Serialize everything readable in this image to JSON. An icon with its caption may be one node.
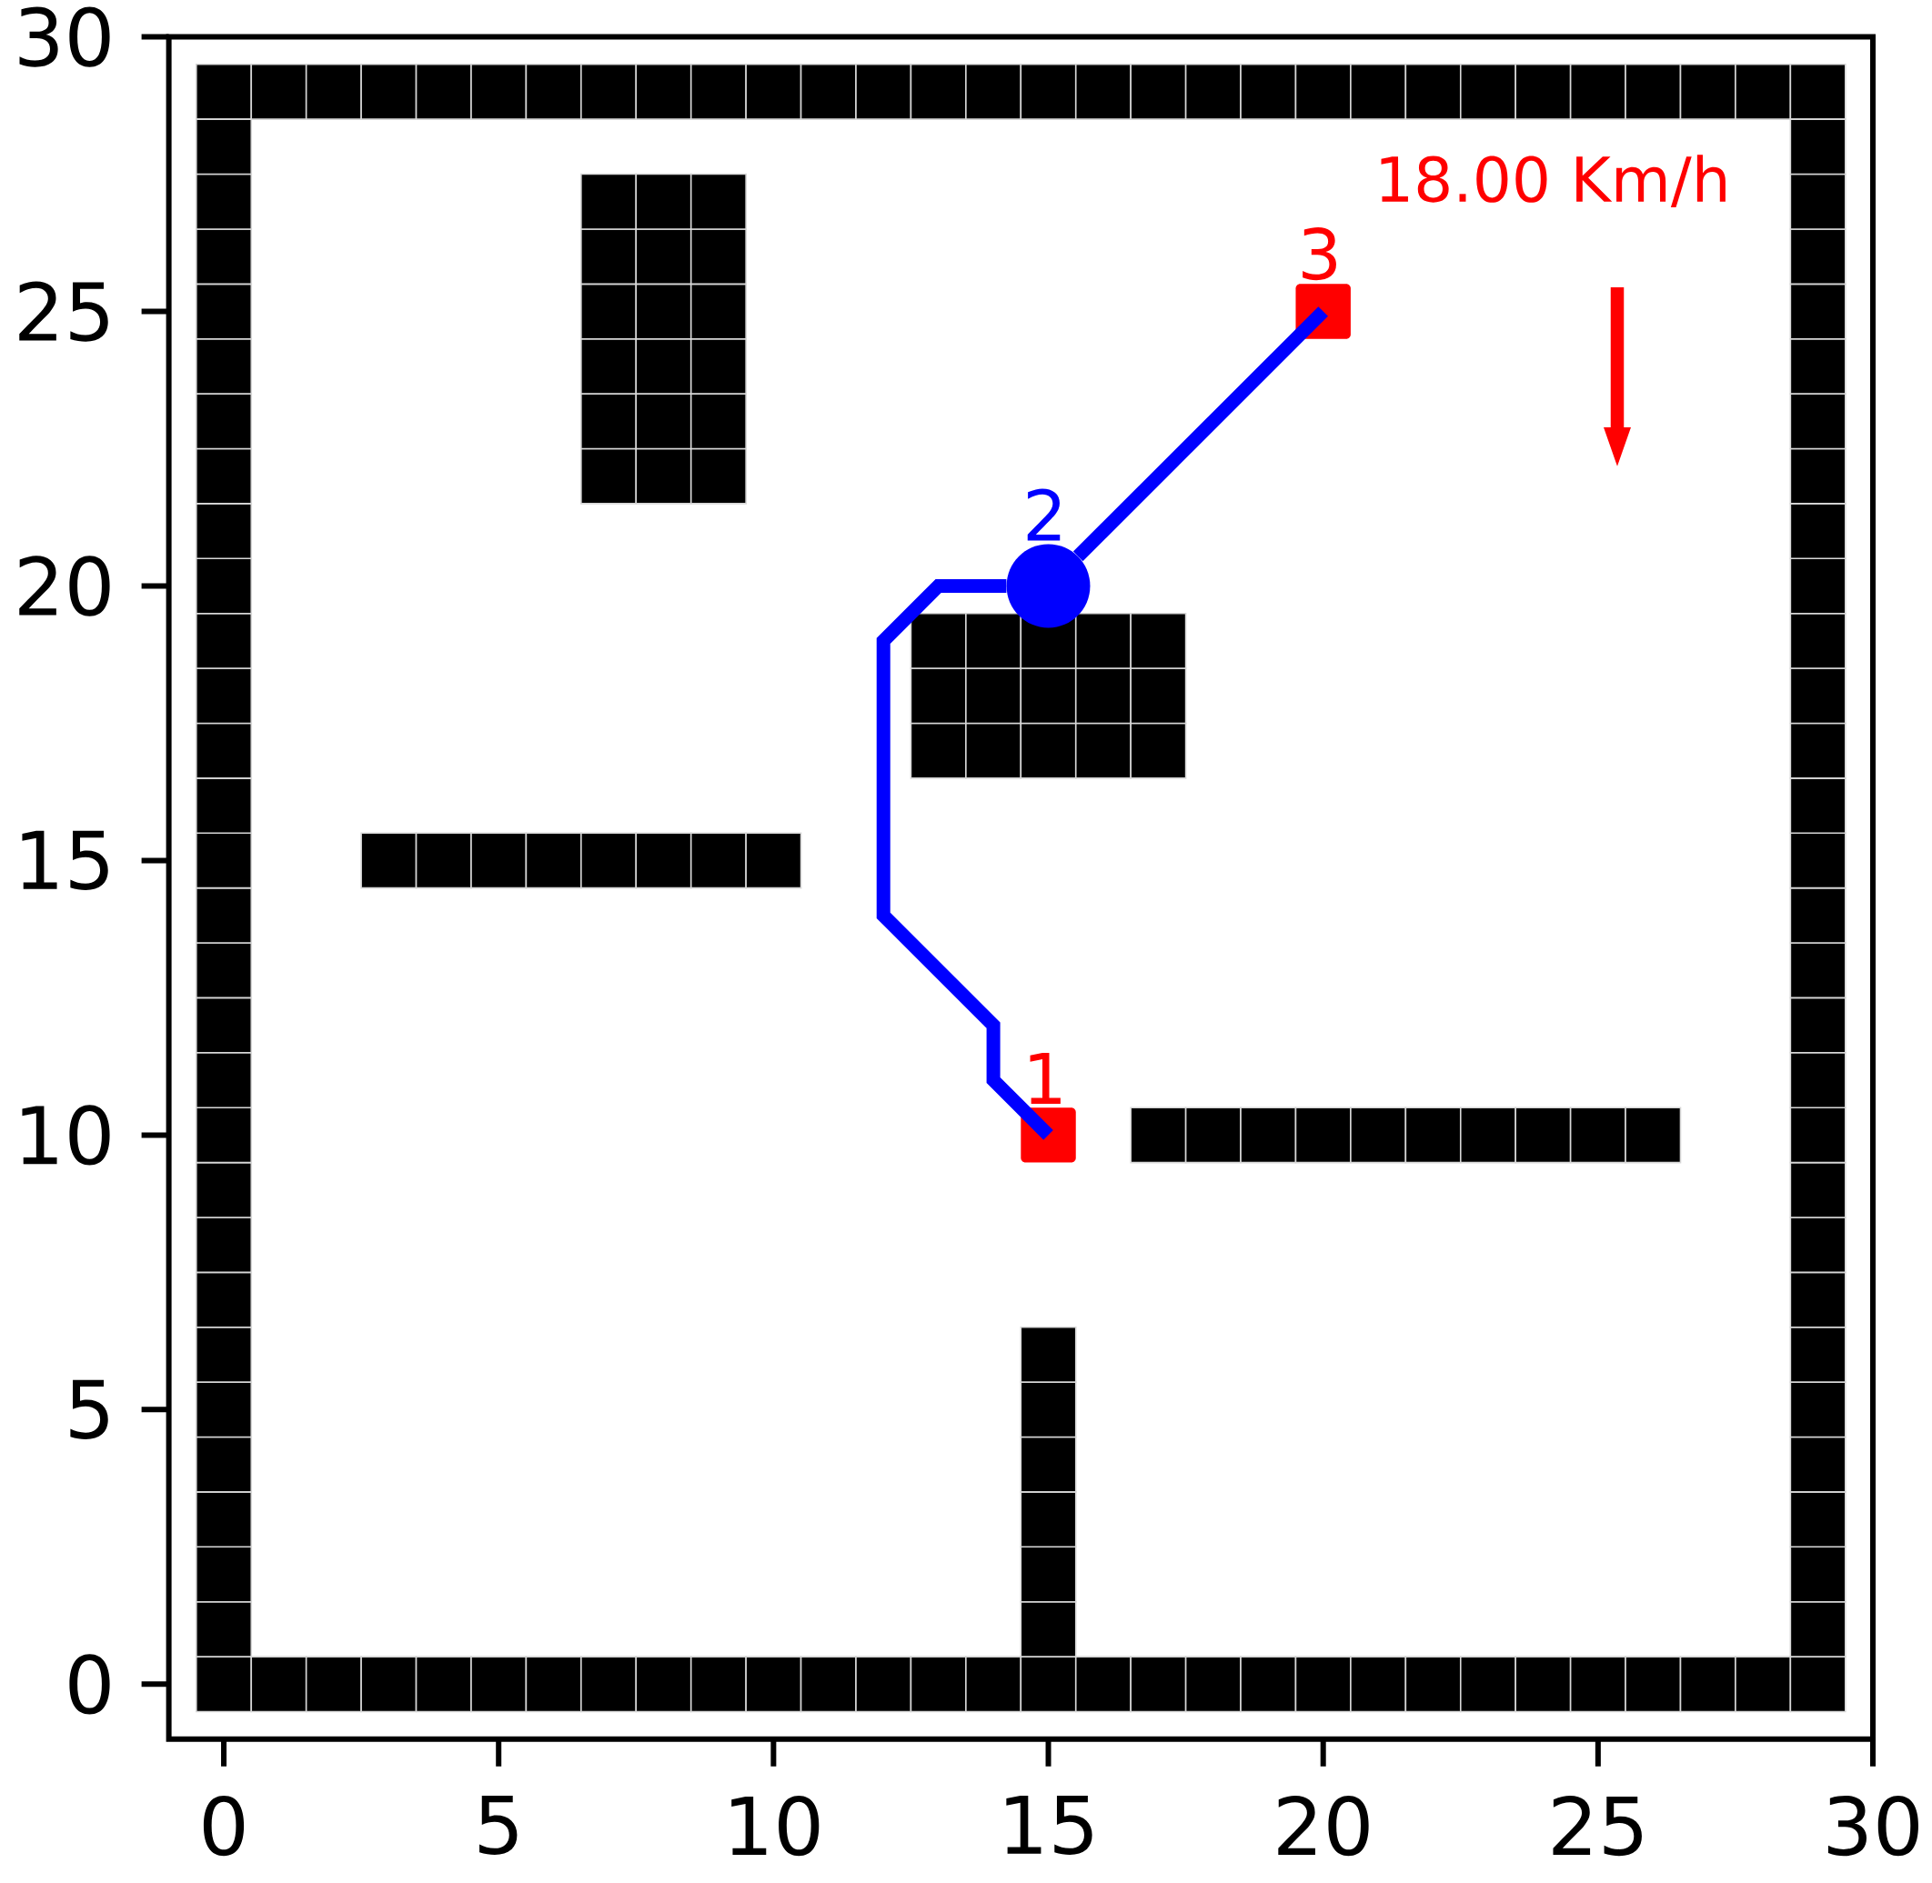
{
  "diagram": {
    "nodes": [
      {
        "text": [],
        "shape": "box",
        "beside": [
          "1"
        ]
      },
      {
        "text": [],
        "shape": "circle",
        "beside": [
          "2"
        ]
      },
      {
        "text": [],
        "shape": "box",
        "beside": [
          "3"
        ]
      }
    ],
    "edges": [
      {
        "from": 0,
        "to": 1,
        "arrow": "none"
      },
      {
        "from": 1,
        "to": 2,
        "arrow": "none"
      }
    ],
    "labels": [
      "18.00 Km/h"
    ],
    "chart_data": {
      "type": "scatter",
      "xlim": [
        -1,
        30
      ],
      "ylim": [
        -1,
        30
      ],
      "xticks": [
        0,
        5,
        10,
        15,
        20,
        25,
        30
      ],
      "yticks": [
        0,
        5,
        10,
        15,
        20,
        25,
        30
      ]
    }
  }
}
